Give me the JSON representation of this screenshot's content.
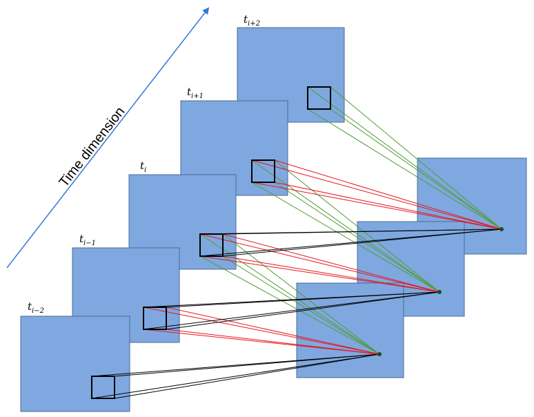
{
  "time_axis": {
    "label": "Time dimension",
    "color": "#2e78d6"
  },
  "frames": [
    {
      "id": "i-2",
      "base": "t",
      "sub": "i−2"
    },
    {
      "id": "i-1",
      "base": "t",
      "sub": "i−1"
    },
    {
      "id": "i",
      "base": "t",
      "sub": "i"
    },
    {
      "id": "i+1",
      "base": "t",
      "sub": "i+1"
    },
    {
      "id": "i+2",
      "base": "t",
      "sub": "i+2"
    }
  ],
  "outputs": [
    {
      "id": "out-1",
      "inputs": [
        "i-2",
        "i-1",
        "i"
      ]
    },
    {
      "id": "out-2",
      "inputs": [
        "i-1",
        "i",
        "i+1"
      ]
    },
    {
      "id": "out-3",
      "inputs": [
        "i",
        "i+1",
        "i+2"
      ]
    }
  ],
  "colors": {
    "frame_fill": "#7fa8e0",
    "kernel": "#000000",
    "conn_first": "#000000",
    "conn_middle": "#e8141c",
    "conn_last": "#4f9c2f"
  }
}
